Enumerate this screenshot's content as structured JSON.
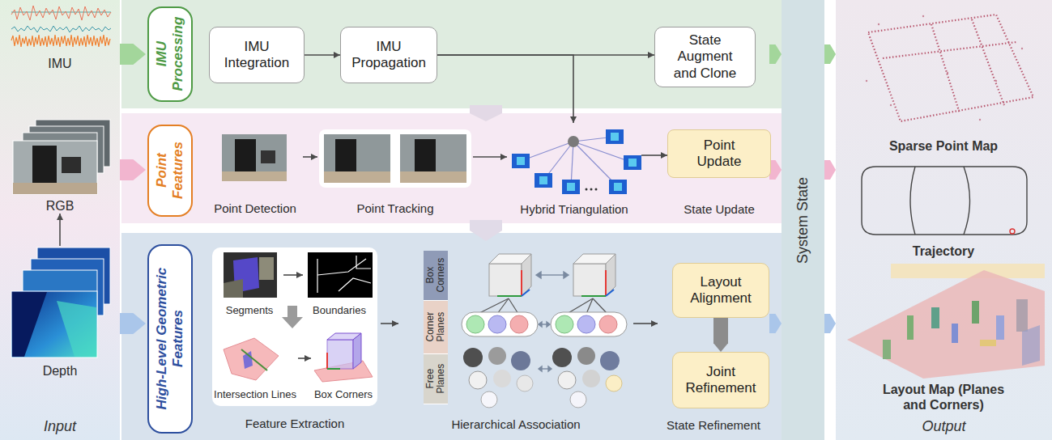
{
  "diagram": {
    "nodes": [
      {
        "text": [
          "Input"
        ]
      },
      {
        "text": [
          "IMU"
        ],
        "in": 0
      },
      {
        "text": [
          "RGB"
        ],
        "in": 0
      },
      {
        "text": [
          "Depth"
        ],
        "in": 0
      },
      {
        "text": [
          "IMU Processing"
        ]
      },
      {
        "text": [
          "IMU Integration"
        ],
        "in": 4
      },
      {
        "text": [
          "IMU Propagation"
        ],
        "in": 4
      },
      {
        "text": [
          "State Augment and Clone"
        ],
        "in": 4
      },
      {
        "text": [
          "Point Features"
        ]
      },
      {
        "text": [
          "Point Detection"
        ],
        "in": 8
      },
      {
        "text": [
          "Point Tracking"
        ],
        "in": 8
      },
      {
        "text": [
          "Hybrid Triangulation"
        ],
        "in": 8
      },
      {
        "text": [
          "Point Update",
          "State Update"
        ],
        "in": 8
      },
      {
        "text": [
          "High-Level Geometric Features"
        ]
      },
      {
        "text": [
          "Feature Extraction"
        ],
        "in": 13
      },
      {
        "text": [
          "Segments"
        ],
        "in": 14
      },
      {
        "text": [
          "Boundaries"
        ],
        "in": 14
      },
      {
        "text": [
          "Intersection Lines"
        ],
        "in": 14
      },
      {
        "text": [
          "Box Corners"
        ],
        "in": 14
      },
      {
        "text": [
          "Hierarchical Association"
        ],
        "in": 13
      },
      {
        "text": [
          "Box Corners"
        ],
        "in": 19
      },
      {
        "text": [
          "Corner Planes"
        ],
        "in": 19
      },
      {
        "text": [
          "Free Planes"
        ],
        "in": 19
      },
      {
        "text": [
          "State Refinement"
        ],
        "in": 13
      },
      {
        "text": [
          "Layout Alignment"
        ],
        "in": 23
      },
      {
        "text": [
          "Joint Refinement"
        ],
        "in": 23
      },
      {
        "text": [
          "System State"
        ]
      },
      {
        "text": [
          "Output"
        ]
      },
      {
        "text": [
          "Sparse Point Map"
        ],
        "in": 27
      },
      {
        "text": [
          "Trajectory"
        ],
        "in": 27
      },
      {
        "text": [
          "Layout Map (Planes and Corners)"
        ],
        "in": 27
      }
    ],
    "edges": [
      {
        "from": 0,
        "to": 4,
        "arrow": "to"
      },
      {
        "from": 0,
        "to": 8,
        "arrow": "to"
      },
      {
        "from": 0,
        "to": 13,
        "arrow": "to"
      },
      {
        "from": 3,
        "to": 2,
        "arrow": "to"
      },
      {
        "from": 5,
        "to": 6,
        "arrow": "to"
      },
      {
        "from": 6,
        "to": 7,
        "arrow": "to"
      },
      {
        "from": 6,
        "to": 11,
        "arrow": "to"
      },
      {
        "from": 4,
        "to": 8,
        "arrow": "to"
      },
      {
        "from": 8,
        "to": 13,
        "arrow": "to"
      },
      {
        "from": 9,
        "to": 10,
        "arrow": "to"
      },
      {
        "from": 10,
        "to": 11,
        "arrow": "to"
      },
      {
        "from": 11,
        "to": 12,
        "arrow": "to"
      },
      {
        "from": 15,
        "to": 16,
        "arrow": "to"
      },
      {
        "from": 17,
        "to": 18,
        "arrow": "to"
      },
      {
        "from": 14,
        "to": 19,
        "arrow": "to"
      },
      {
        "from": 19,
        "to": 23,
        "arrow": "to"
      },
      {
        "from": 24,
        "to": 25,
        "arrow": "to"
      },
      {
        "from": 4,
        "to": 26,
        "arrow": "to"
      },
      {
        "from": 8,
        "to": 26,
        "arrow": "to"
      },
      {
        "from": 13,
        "to": 26,
        "arrow": "to"
      },
      {
        "from": 26,
        "to": 27,
        "arrow": "to"
      },
      {
        "from": 26,
        "to": 27,
        "arrow": "to"
      },
      {
        "from": 26,
        "to": 27,
        "arrow": "to"
      }
    ]
  }
}
